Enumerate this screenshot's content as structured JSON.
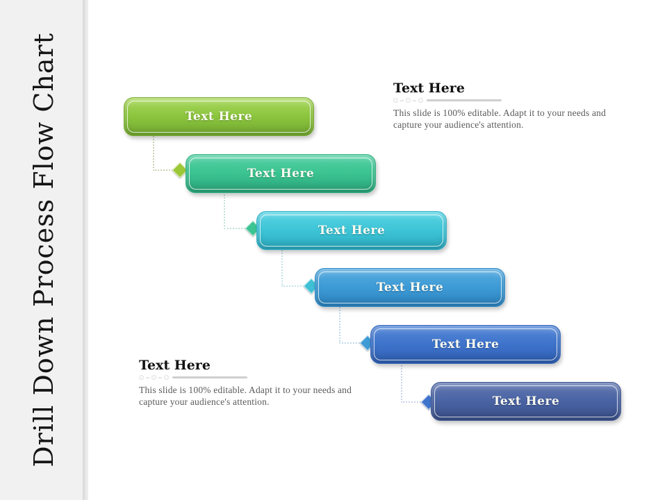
{
  "slide": {
    "title": "Drill Down Process Flow Chart",
    "background_color": "#ffffff",
    "sidebar_color": "#f1f1f1",
    "divider_color": "#d9d9d9"
  },
  "steps": [
    {
      "label": "Text Here",
      "gradient_top": "#aad85f",
      "gradient_mid": "#8cc63e",
      "gradient_bottom": "#74ab31",
      "edge": "#7fae36"
    },
    {
      "label": "Text Here",
      "gradient_top": "#55d0a4",
      "gradient_mid": "#3cc492",
      "gradient_bottom": "#2ba87c",
      "edge": "#35b083"
    },
    {
      "label": "Text Here",
      "gradient_top": "#58d3e3",
      "gradient_mid": "#3ec5d7",
      "gradient_bottom": "#2baabf",
      "edge": "#35b2c6"
    },
    {
      "label": "Text Here",
      "gradient_top": "#57acdf",
      "gradient_mid": "#3e9bd6",
      "gradient_bottom": "#2c84c0",
      "edge": "#368ec8"
    },
    {
      "label": "Text Here",
      "gradient_top": "#5487d7",
      "gradient_mid": "#3f74cc",
      "gradient_bottom": "#2f5fb2",
      "edge": "#3768bb"
    },
    {
      "label": "Text Here",
      "gradient_top": "#6277b0",
      "gradient_mid": "#4a64a4",
      "gradient_bottom": "#3a5089",
      "edge": "#425a94"
    }
  ],
  "connectors": [
    {
      "diamond_color": "#9cc838",
      "line_color": "#c9d2b2"
    },
    {
      "diamond_color": "#3cc492",
      "line_color": "#bfe0d4"
    },
    {
      "diamond_color": "#40c0d4",
      "line_color": "#c2e2e8"
    },
    {
      "diamond_color": "#3e9bd6",
      "line_color": "#bed8ea"
    },
    {
      "diamond_color": "#3f74cc",
      "line_color": "#c4d2ea"
    }
  ],
  "callouts": [
    {
      "heading": "Text Here",
      "body_lines": [
        "This slide is 100% editable. Adapt it to your needs and",
        "capture your audience's attention."
      ]
    },
    {
      "heading": "Text Here",
      "body_lines": [
        "This slide is 100% editable. Adapt it to your needs and",
        "capture your audience's attention."
      ]
    }
  ]
}
